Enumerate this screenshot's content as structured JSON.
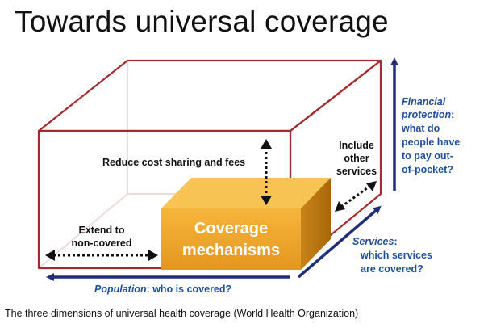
{
  "title": "Towards universal coverage",
  "caption": "The three dimensions of universal health coverage (World Health Organization)",
  "center_box": {
    "line1": "Coverage",
    "line2": "mechanisms"
  },
  "annotations": {
    "reduce_cost": "Reduce cost sharing and fees",
    "include_other": [
      "Include",
      "other",
      "services"
    ],
    "extend": [
      "Extend to",
      "non-covered"
    ]
  },
  "axes": {
    "population": {
      "term": "Population",
      "rest": ": who is covered?"
    },
    "services": {
      "term": "Services",
      "rest": ":",
      "line2": "which services",
      "line3": "are covered?"
    },
    "financial": {
      "term1": "Financial",
      "term2": "protection",
      "rest": ":",
      "line3": "what do",
      "line4": "people have",
      "line5": "to pay out-",
      "line6": "of-pocket?"
    }
  },
  "colors": {
    "box_edge": "#a52a2a",
    "box_inner": "#f1dada",
    "arrow": "#1f2f7a",
    "blue_text": "#1f4e9e",
    "gold_front": "#f2a830",
    "gold_top": "#f7c352",
    "gold_side": "#c07a10"
  }
}
